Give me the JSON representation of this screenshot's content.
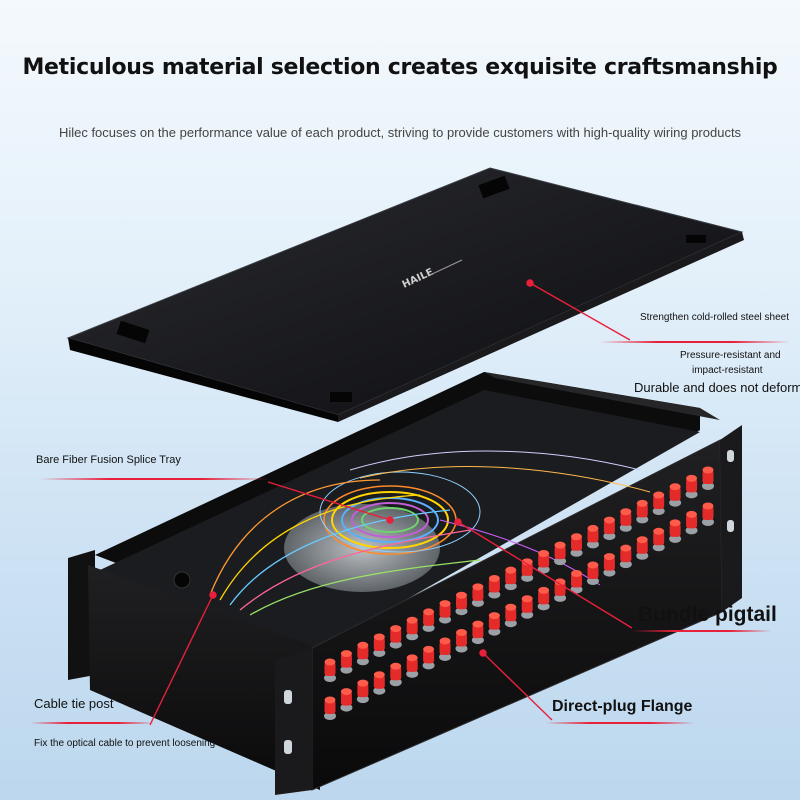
{
  "headline": "Meticulous material selection creates exquisite craftsmanship",
  "subline": "Hilec focuses on the performance value of each product, striving to provide customers with high-quality wiring products",
  "brand": {
    "logo_text": "HAILE"
  },
  "callouts": {
    "steel_sheet": "Strengthen cold-rolled steel sheet",
    "pressure_1": "Pressure-resistant and",
    "pressure_2": "impact-resistant",
    "durable": "Durable and does not deform",
    "splice_tray": "Bare Fiber Fusion Splice Tray",
    "bundle_pigtail": "Bundle pigtail",
    "cable_tie": "Cable tie post",
    "cable_tie_desc": "Fix the optical cable to prevent loosening",
    "flange": "Direct-plug Flange"
  },
  "colors": {
    "accent": "#e8203a",
    "case": "#141414",
    "connector": "#e52a2a"
  }
}
